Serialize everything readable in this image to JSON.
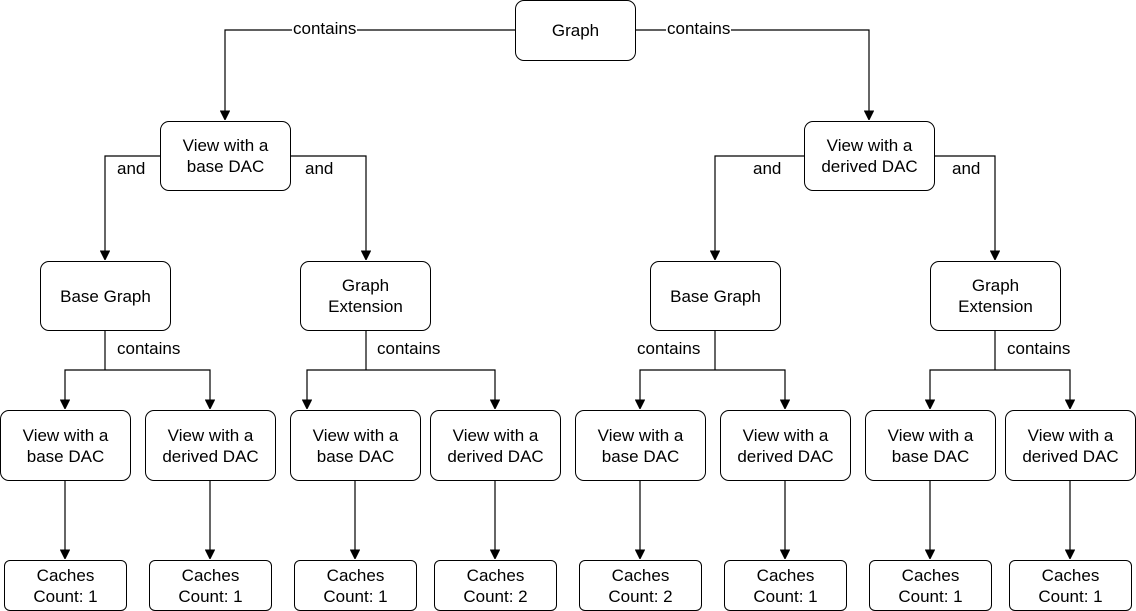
{
  "diagram": {
    "root": {
      "text": "Graph",
      "edge_label_left": "contains",
      "edge_label_right": "contains"
    },
    "level1": [
      {
        "text": "View with a\nbase DAC",
        "edge_label_left": "and",
        "edge_label_right": "and"
      },
      {
        "text": "View with a\nderived DAC",
        "edge_label_left": "and",
        "edge_label_right": "and"
      }
    ],
    "level2": [
      {
        "text": "Base Graph",
        "edge_label": "contains"
      },
      {
        "text": "Graph\nExtension",
        "edge_label": "contains"
      },
      {
        "text": "Base Graph",
        "edge_label": "contains"
      },
      {
        "text": "Graph\nExtension",
        "edge_label": "contains"
      }
    ],
    "level3": [
      {
        "text": "View with a\nbase DAC"
      },
      {
        "text": "View with a\nderived DAC"
      },
      {
        "text": "View with a\nbase DAC"
      },
      {
        "text": "View with a\nderived DAC"
      },
      {
        "text": "View with a\nbase DAC"
      },
      {
        "text": "View with a\nderived DAC"
      },
      {
        "text": "View with a\nbase DAC"
      },
      {
        "text": "View with a\nderived DAC"
      }
    ],
    "level4": [
      {
        "text": "Caches\nCount: 1"
      },
      {
        "text": "Caches\nCount: 1"
      },
      {
        "text": "Caches\nCount: 1"
      },
      {
        "text": "Caches\nCount: 2"
      },
      {
        "text": "Caches\nCount: 2"
      },
      {
        "text": "Caches\nCount: 1"
      },
      {
        "text": "Caches\nCount: 1"
      },
      {
        "text": "Caches\nCount: 1"
      }
    ]
  }
}
